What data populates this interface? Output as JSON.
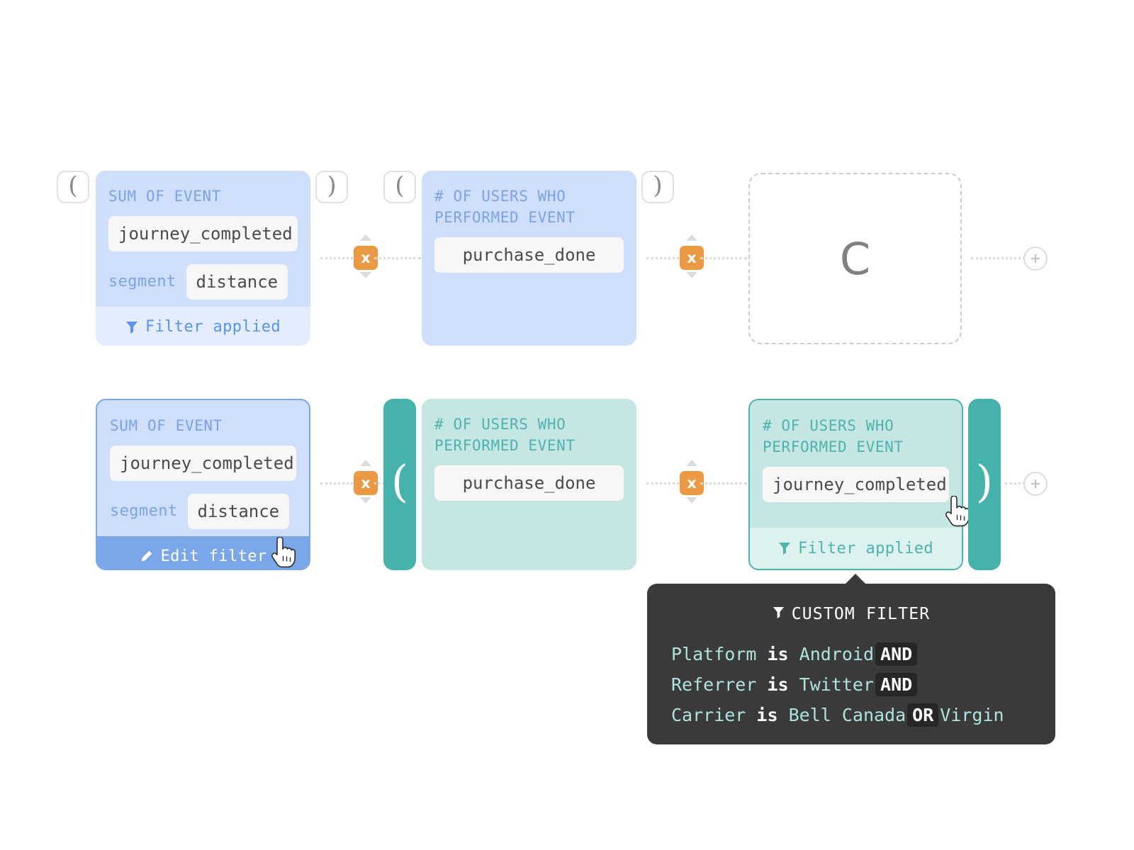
{
  "rows": [
    {
      "id": "row-1",
      "open_paren": "(",
      "close_paren": ")",
      "cards": [
        {
          "title": "SUM OF EVENT",
          "event": "journey_completed",
          "segment_label": "segment",
          "segment_value": "distance",
          "footer": "Filter applied",
          "footer_icon": "funnel-icon"
        },
        {
          "title": "# OF USERS WHO\nPERFORMED EVENT",
          "event": "purchase_done"
        }
      ],
      "empty_slot_label": "C",
      "operators": [
        "x",
        "x"
      ],
      "add_label": "+"
    },
    {
      "id": "row-2",
      "cards": [
        {
          "title": "SUM OF EVENT",
          "event": "journey_completed",
          "segment_label": "segment",
          "segment_value": "distance",
          "footer": "Edit filter",
          "footer_icon": "pencil-icon"
        },
        {
          "title": "# OF USERS WHO\nPERFORMED EVENT",
          "event": "purchase_done"
        },
        {
          "title": "# OF USERS WHO\nPERFORMED EVENT",
          "event": "journey_completed",
          "footer": "Filter applied",
          "footer_icon": "funnel-icon"
        }
      ],
      "open_paren": "(",
      "close_paren": ")",
      "operators": [
        "x",
        "x"
      ],
      "add_label": "+"
    }
  ],
  "tooltip": {
    "icon": "funnel-icon",
    "heading": "CUSTOM FILTER",
    "rows": [
      {
        "field": "Platform",
        "op": "is",
        "value": "Android",
        "connector": "AND"
      },
      {
        "field": "Referrer",
        "op": "is",
        "value": "Twitter",
        "connector": "AND"
      },
      {
        "field": "Carrier",
        "op": "is",
        "value": "Bell Canada",
        "connector": "OR",
        "value2": "Virgin"
      }
    ]
  },
  "colors": {
    "blue_card_bg": "#cfdefb",
    "blue_label": "#7aa3e8",
    "blue_footer_bg": "#e3edfd",
    "blue_edit_bg": "#7aa7ea",
    "teal_card_bg": "#c5e6e3",
    "teal_label": "#4cb3ae",
    "teal_footer_bg": "#ddf1ef",
    "teal_bar": "#45b3ab",
    "operator_orange": "#eb9a43",
    "tooltip_bg": "#3a3a3a",
    "tooltip_value": "#aee3de"
  }
}
